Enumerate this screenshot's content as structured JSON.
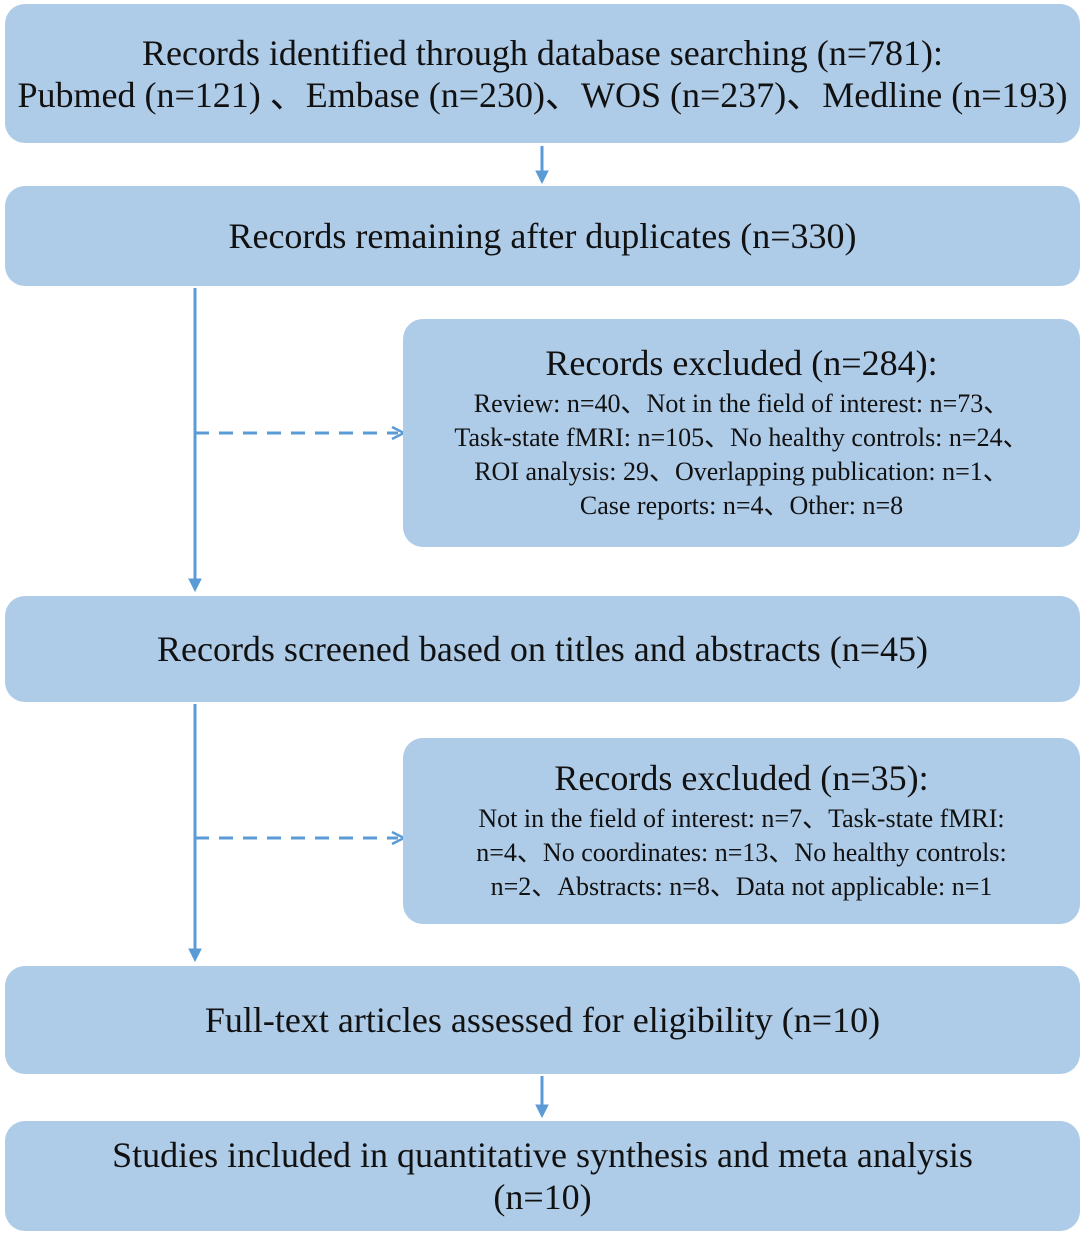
{
  "flow": {
    "identified": {
      "line1": "Records identified through database searching (n=781):",
      "line2": "Pubmed (n=121) 、Embase (n=230)、WOS (n=237)、Medline (n=193)"
    },
    "after_duplicates": {
      "text": "Records remaining after duplicates (n=330)"
    },
    "excluded_1": {
      "title": "Records excluded (n=284):",
      "lines": [
        "Review: n=40、Not in the field of interest: n=73、",
        "Task-state fMRI: n=105、No healthy controls: n=24、",
        "ROI analysis: 29、Overlapping publication: n=1、",
        "Case reports: n=4、Other: n=8"
      ]
    },
    "screened": {
      "text": "Records screened based on titles and abstracts (n=45)"
    },
    "excluded_2": {
      "title": "Records excluded (n=35):",
      "lines": [
        "Not in the field of interest: n=7、Task-state fMRI:",
        "n=4、No coordinates: n=13、No healthy controls:",
        "n=2、Abstracts: n=8、Data not applicable: n=1"
      ]
    },
    "full_text": {
      "text": "Full-text articles assessed for eligibility (n=10)"
    },
    "included": {
      "line1": "Studies included in quantitative synthesis and meta analysis",
      "line2": "(n=10)"
    }
  },
  "colors": {
    "box_fill": "#aecbe8",
    "arrow": "#5b9bd5"
  }
}
